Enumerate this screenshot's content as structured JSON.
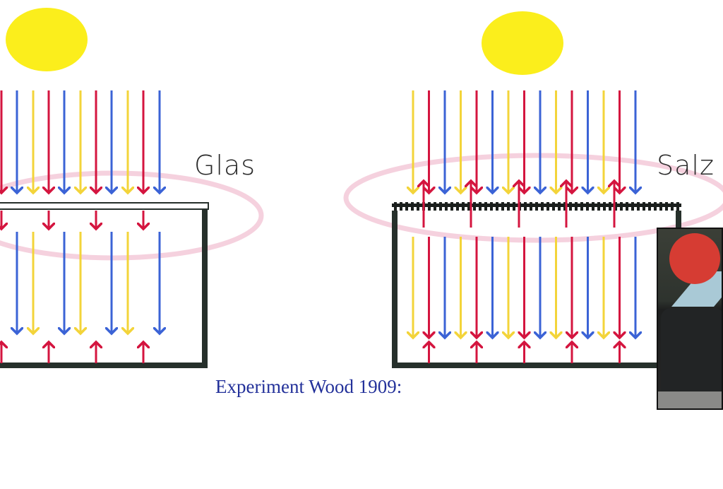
{
  "labels": {
    "left": "Glas",
    "right": "Salz"
  },
  "caption": "Experiment Wood 1909:",
  "colors": {
    "red": "#d4153f",
    "blue": "#3b63d6",
    "yellow": "#f3d43a",
    "sun": "#fbee1c",
    "box": "#26302b",
    "halo": "#f2c6d6",
    "caption": "#23319a"
  },
  "inset": {
    "badge_icon": "warning-badge"
  }
}
